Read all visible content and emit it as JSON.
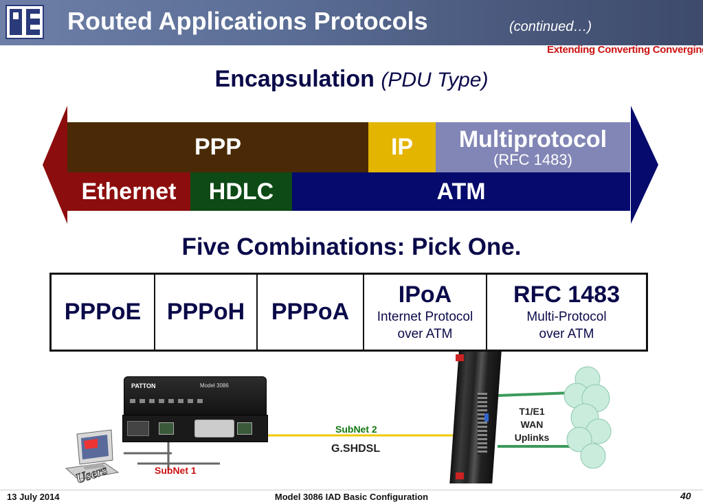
{
  "header": {
    "logo_text": "P E",
    "title": "Routed Applications Protocols",
    "subtitle": "(continued…)",
    "tagline": "Extending Converting Converging"
  },
  "encapsulation": {
    "heading_bold": "Encapsulation",
    "heading_italic": "(PDU Type)",
    "top_row": [
      {
        "label": "PPP",
        "color": "#4a2a06"
      },
      {
        "label": "IP",
        "color": "#e3b400"
      },
      {
        "label": "Multiprotocol",
        "sublabel": "(RFC 1483)",
        "color": "#8286b6"
      }
    ],
    "bottom_row": [
      {
        "label": "Ethernet",
        "color": "#8c0d0d"
      },
      {
        "label": "HDLC",
        "color": "#0d4a16"
      },
      {
        "label": "ATM",
        "color": "#050a6c"
      }
    ]
  },
  "combinations": {
    "heading": "Five Combinations:  Pick One.",
    "cells": [
      {
        "title": "PPPoE",
        "line1": "",
        "line2": ""
      },
      {
        "title": "PPPoH",
        "line1": "",
        "line2": ""
      },
      {
        "title": "PPPoA",
        "line1": "",
        "line2": ""
      },
      {
        "title": "IPoA",
        "line1": "Internet Protocol",
        "line2": "over ATM"
      },
      {
        "title": "RFC 1483",
        "line1": "Multi-Protocol",
        "line2": "over ATM"
      }
    ]
  },
  "diagram": {
    "device_brand": "PATTON",
    "device_model": "Model 3086",
    "users_label": "Users",
    "subnet1": "SubNet 1",
    "subnet2": "SubNet 2",
    "gshdsl": "G.SHDSL",
    "wan_line1": "T1/E1",
    "wan_line2": "WAN",
    "wan_line3": "Uplinks"
  },
  "footer": {
    "date": "13 July 2014",
    "title": "Model 3086 IAD Basic Configuration",
    "page": "40"
  }
}
